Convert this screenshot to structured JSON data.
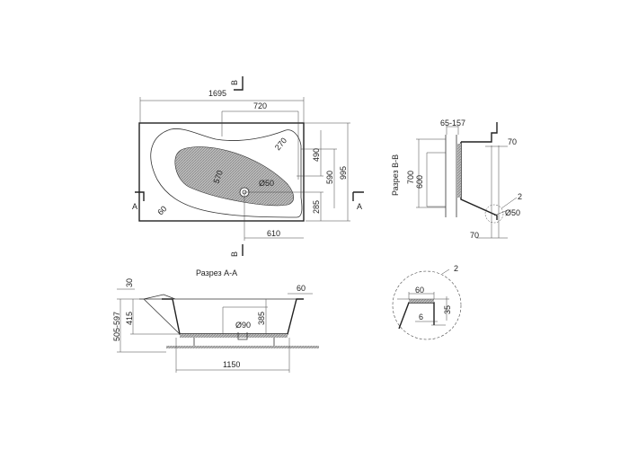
{
  "top_view": {
    "dims": {
      "length": "1695",
      "inner_width": "720",
      "d270": "270",
      "d490": "490",
      "d590": "590",
      "d995": "995",
      "d570": "570",
      "drain": "Ø50",
      "d285": "285",
      "d60": "60",
      "d610": "610"
    },
    "section_marks": {
      "a_left": "A",
      "a_right": "A",
      "b_top": "B",
      "b_bottom": "B"
    }
  },
  "section_bb": {
    "title": "Разрез B-B",
    "dims": {
      "d65_157": "65-157",
      "d70_top": "70",
      "d700": "700",
      "d600": "600",
      "detail_ref": "2",
      "drain": "Ø50",
      "d70_bottom": "70"
    }
  },
  "section_aa": {
    "title": "Разрез A-A",
    "dims": {
      "d30": "30",
      "d505_597": "505-597",
      "d415": "415",
      "d385": "385",
      "d90": "Ø90",
      "d60": "60",
      "d1150": "1150"
    }
  },
  "detail": {
    "ref": "2",
    "dims": {
      "d60": "60",
      "d35": "35",
      "d6": "6"
    }
  }
}
